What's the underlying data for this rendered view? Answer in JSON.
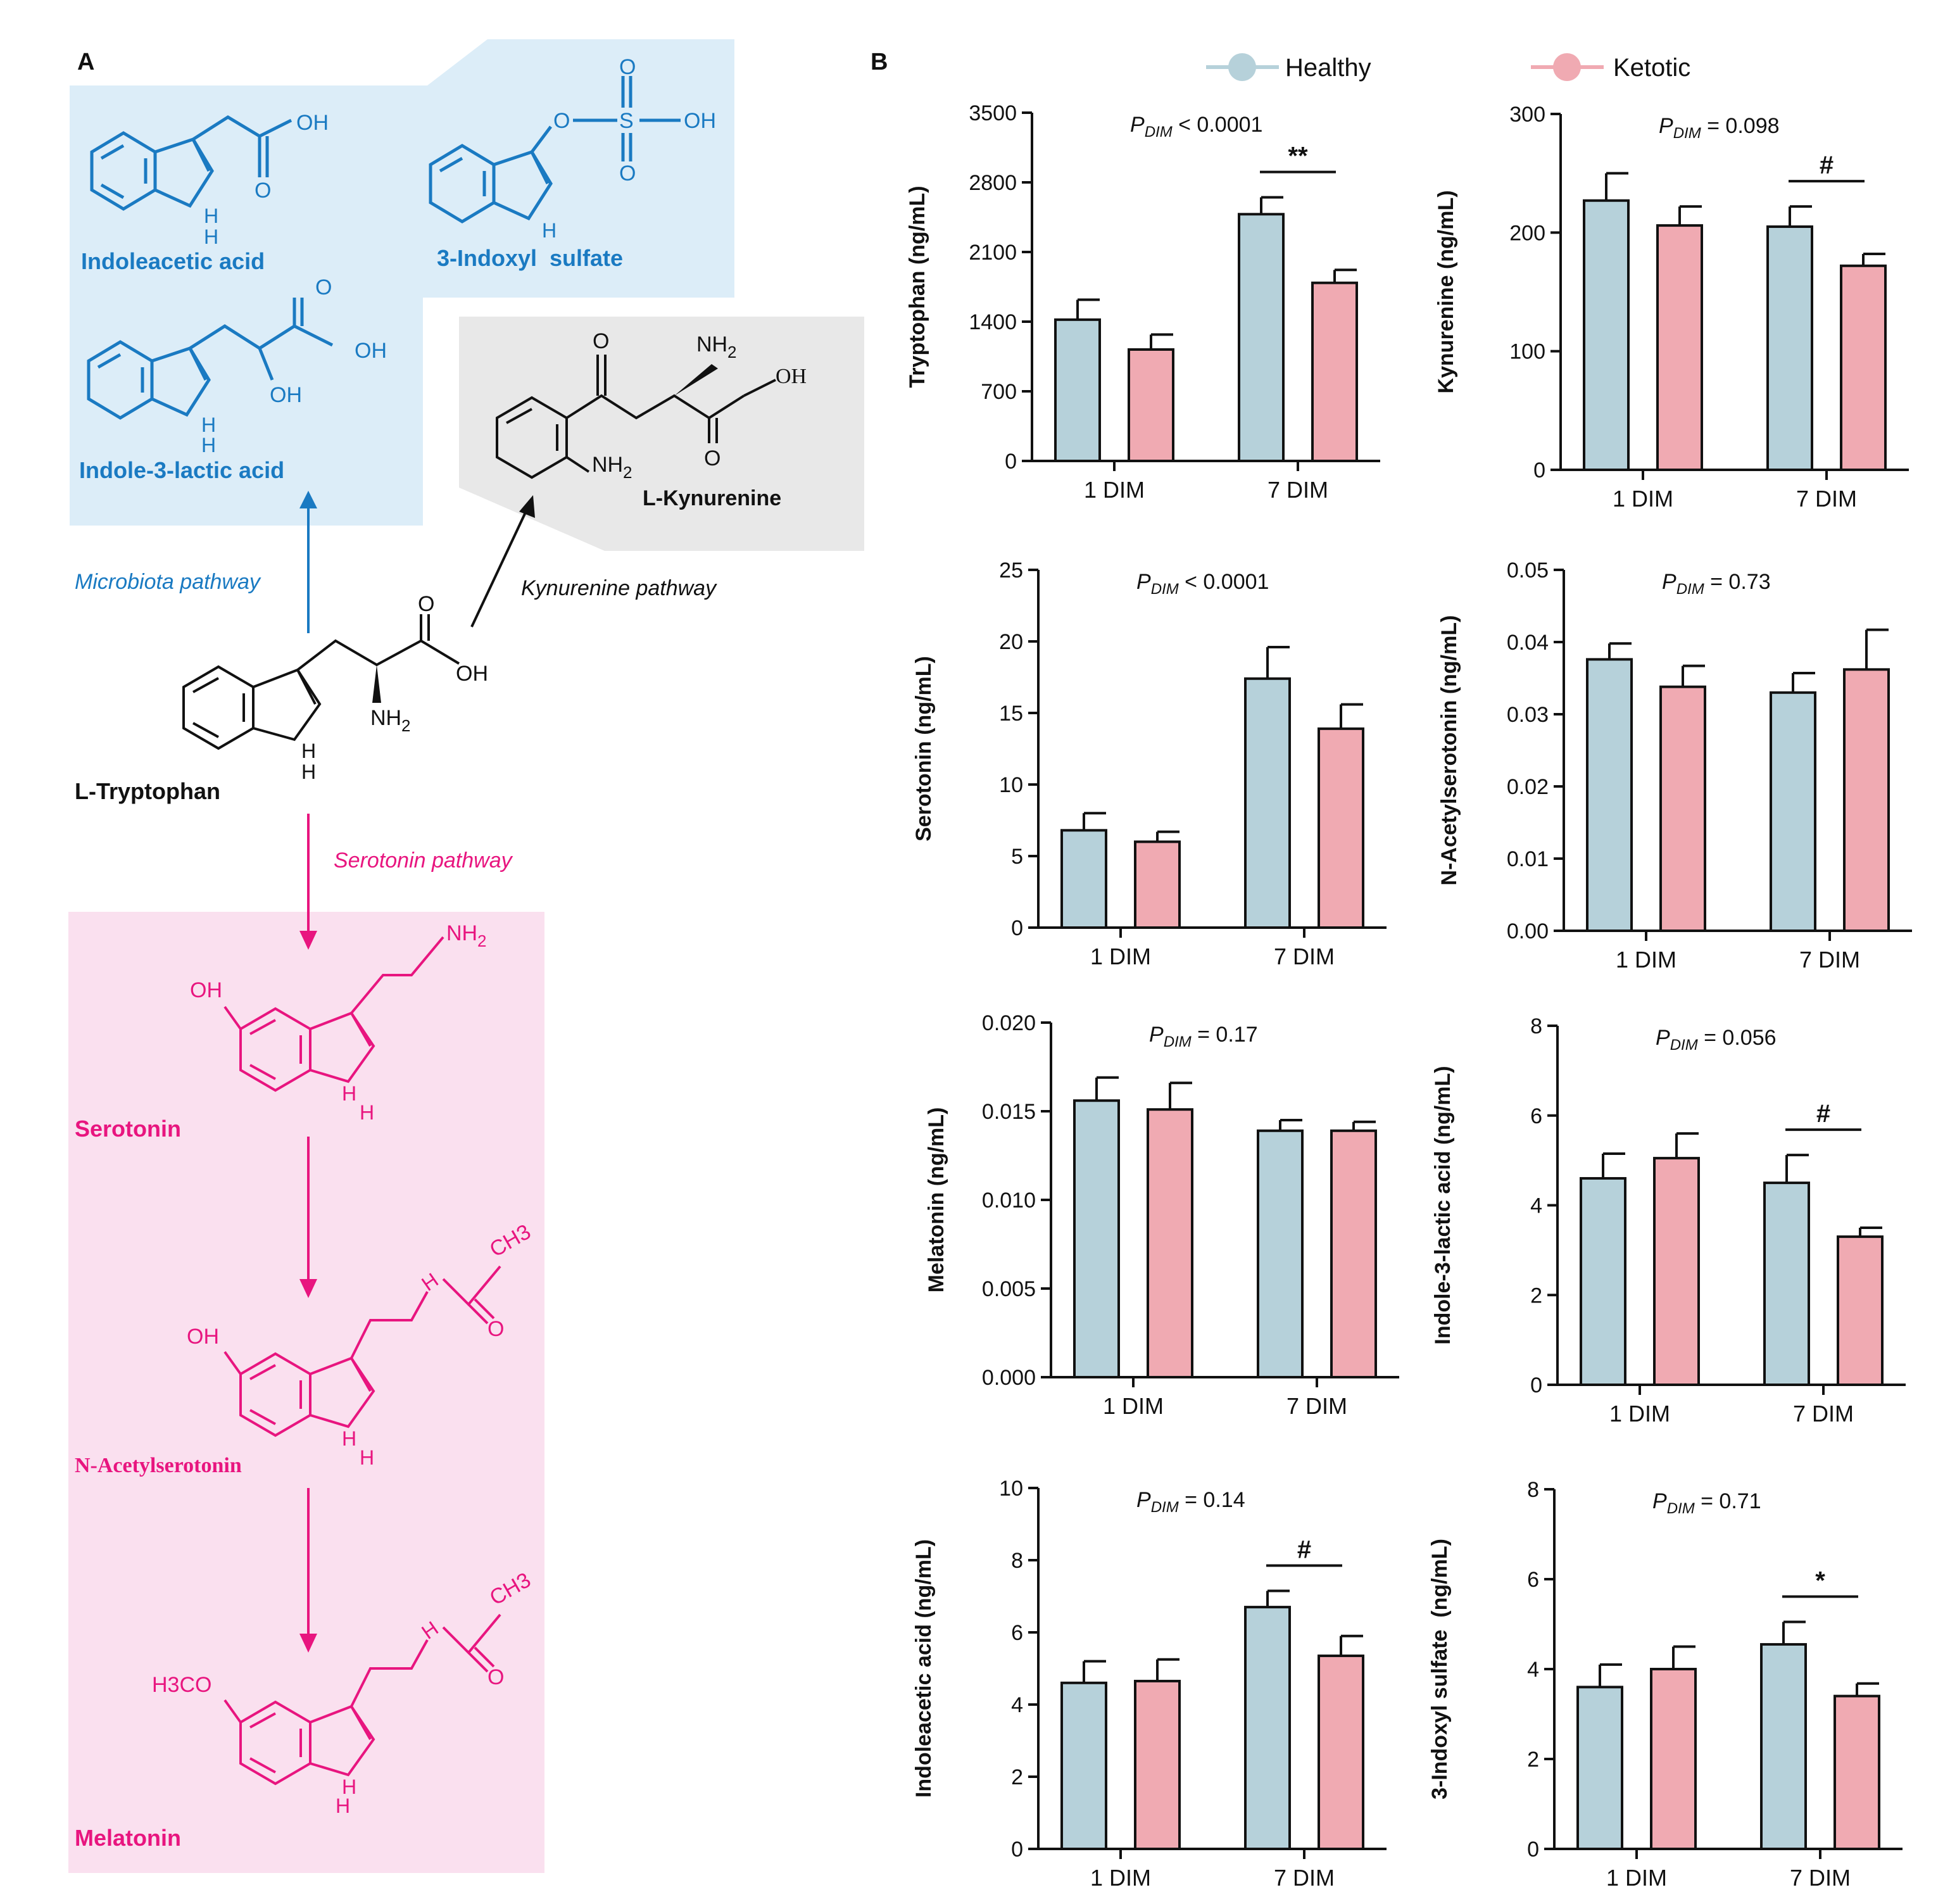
{
  "panel_labels": {
    "a": "A",
    "b": "B"
  },
  "pathway": {
    "start": "L-Tryptophan",
    "routes": [
      {
        "name": "Microbiota pathway",
        "color": "#1a7ac2",
        "compounds": [
          "Indoleacetic acid",
          "3-Indoxyl  sulfate",
          "Indole-3-lactic acid"
        ]
      },
      {
        "name": "Kynurenine pathway",
        "color": "#111111",
        "compounds": [
          "L-Kynurenine"
        ]
      },
      {
        "name": "Serotonin pathway",
        "color": "#e8157f",
        "compounds": [
          "Serotonin",
          "N-Acetylserotonin",
          "Melatonin"
        ]
      }
    ],
    "atom_labels": {
      "oh": "OH",
      "h": "H",
      "o": "O",
      "s": "S",
      "nh2": "NH",
      "sub2": "2",
      "ch3": "CH3",
      "h3co": "H3CO"
    },
    "box_colors": {
      "microbiota": "#dcedf8",
      "kynurenine": "#e8e8e8",
      "serotonin": "#fae0ef"
    }
  },
  "legend": {
    "items": [
      {
        "label": "Healthy",
        "color": "#b6d1da"
      },
      {
        "label": "Ketotic",
        "color": "#f0aab2"
      }
    ]
  },
  "colors": {
    "healthy": "#b6d1da",
    "ketotic": "#f0aab2",
    "stroke": "#111111"
  },
  "p_prefix": "P",
  "p_sub": "DIM",
  "chart_data": [
    {
      "type": "bar",
      "ylabel": "Tryptophan (ng/mL)",
      "ylim": [
        0,
        3500
      ],
      "yticks": [
        "0",
        "700",
        "1400",
        "2100",
        "2800",
        "3500"
      ],
      "categories": [
        "1 DIM",
        "7 DIM"
      ],
      "series": [
        {
          "name": "Healthy",
          "values": [
            1420,
            2480
          ],
          "errors": [
            200,
            170
          ]
        },
        {
          "name": "Ketotic",
          "values": [
            1120,
            1790
          ],
          "errors": [
            150,
            130
          ]
        }
      ],
      "p_value": "< 0.0001",
      "annotations": [
        {
          "category": "7 DIM",
          "text": "**"
        }
      ]
    },
    {
      "type": "bar",
      "ylabel": "Kynurenine (ng/mL)",
      "ylim": [
        0,
        300
      ],
      "yticks": [
        "0",
        "100",
        "200",
        "300"
      ],
      "categories": [
        "1 DIM",
        "7 DIM"
      ],
      "series": [
        {
          "name": "Healthy",
          "values": [
            227,
            205
          ],
          "errors": [
            23,
            17
          ]
        },
        {
          "name": "Ketotic",
          "values": [
            206,
            172
          ],
          "errors": [
            16,
            10
          ]
        }
      ],
      "p_value": "= 0.098",
      "annotations": [
        {
          "category": "7 DIM",
          "text": "#"
        }
      ]
    },
    {
      "type": "bar",
      "ylabel": "Serotonin (ng/mL)",
      "ylim": [
        0,
        25
      ],
      "yticks": [
        "0",
        "5",
        "10",
        "15",
        "20",
        "25"
      ],
      "categories": [
        "1 DIM",
        "7 DIM"
      ],
      "series": [
        {
          "name": "Healthy",
          "values": [
            6.8,
            17.4
          ],
          "errors": [
            1.2,
            2.2
          ]
        },
        {
          "name": "Ketotic",
          "values": [
            6.0,
            13.9
          ],
          "errors": [
            0.7,
            1.7
          ]
        }
      ],
      "p_value": "< 0.0001",
      "annotations": []
    },
    {
      "type": "bar",
      "ylabel": "N-Acetylserotonin (ng/mL)",
      "ylim": [
        0,
        0.05
      ],
      "yticks": [
        "0.00",
        "0.01",
        "0.02",
        "0.03",
        "0.04",
        "0.05"
      ],
      "categories": [
        "1 DIM",
        "7 DIM"
      ],
      "series": [
        {
          "name": "Healthy",
          "values": [
            0.0376,
            0.033
          ],
          "errors": [
            0.0022,
            0.0027
          ]
        },
        {
          "name": "Ketotic",
          "values": [
            0.0338,
            0.0362
          ],
          "errors": [
            0.0029,
            0.0055
          ]
        }
      ],
      "p_value": "= 0.73",
      "annotations": []
    },
    {
      "type": "bar",
      "ylabel": "Melatonin (ng/mL)",
      "ylim": [
        0,
        0.02
      ],
      "yticks": [
        "0.000",
        "0.005",
        "0.010",
        "0.015",
        "0.020"
      ],
      "categories": [
        "1 DIM",
        "7 DIM"
      ],
      "series": [
        {
          "name": "Healthy",
          "values": [
            0.0156,
            0.0139
          ],
          "errors": [
            0.0013,
            0.0006
          ]
        },
        {
          "name": "Ketotic",
          "values": [
            0.0151,
            0.0139
          ],
          "errors": [
            0.0015,
            0.0005
          ]
        }
      ],
      "p_value": "= 0.17",
      "annotations": []
    },
    {
      "type": "bar",
      "ylabel": "Indole-3-lactic acid (ng/mL)",
      "ylim": [
        0,
        8
      ],
      "yticks": [
        "0",
        "2",
        "4",
        "6",
        "8"
      ],
      "categories": [
        "1 DIM",
        "7 DIM"
      ],
      "series": [
        {
          "name": "Healthy",
          "values": [
            4.6,
            4.5
          ],
          "errors": [
            0.55,
            0.62
          ]
        },
        {
          "name": "Ketotic",
          "values": [
            5.05,
            3.3
          ],
          "errors": [
            0.55,
            0.2
          ]
        }
      ],
      "p_value": "= 0.056",
      "annotations": [
        {
          "category": "7 DIM",
          "text": "#"
        }
      ]
    },
    {
      "type": "bar",
      "ylabel": "Indoleacetic acid (ng/mL)",
      "ylim": [
        0,
        10
      ],
      "yticks": [
        "0",
        "2",
        "4",
        "6",
        "8",
        "10"
      ],
      "categories": [
        "1 DIM",
        "7 DIM"
      ],
      "series": [
        {
          "name": "Healthy",
          "values": [
            4.6,
            6.7
          ],
          "errors": [
            0.6,
            0.45
          ]
        },
        {
          "name": "Ketotic",
          "values": [
            4.65,
            5.35
          ],
          "errors": [
            0.6,
            0.55
          ]
        }
      ],
      "p_value": "= 0.14",
      "annotations": [
        {
          "category": "7 DIM",
          "text": "#"
        }
      ]
    },
    {
      "type": "bar",
      "ylabel": "3-Indoxyl sulfate  (ng/mL)",
      "ylim": [
        0,
        8
      ],
      "yticks": [
        "0",
        "2",
        "4",
        "6",
        "8"
      ],
      "categories": [
        "1 DIM",
        "7 DIM"
      ],
      "series": [
        {
          "name": "Healthy",
          "values": [
            3.6,
            4.55
          ],
          "errors": [
            0.5,
            0.5
          ]
        },
        {
          "name": "Ketotic",
          "values": [
            4.0,
            3.4
          ],
          "errors": [
            0.5,
            0.28
          ]
        }
      ],
      "p_value": "= 0.71",
      "annotations": [
        {
          "category": "7 DIM",
          "text": "*"
        }
      ]
    }
  ]
}
